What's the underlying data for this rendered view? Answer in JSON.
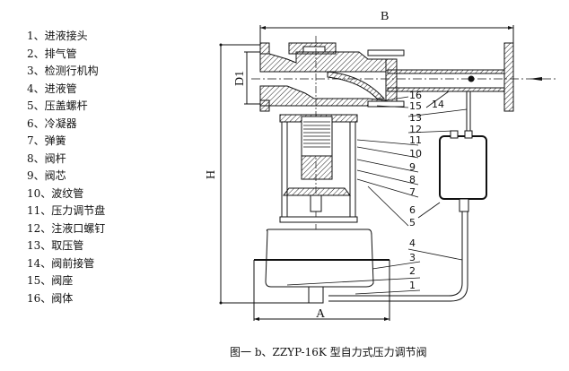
{
  "legend": {
    "items": [
      {
        "num": "1",
        "label": "1、进液接头"
      },
      {
        "num": "2",
        "label": "2、排气管"
      },
      {
        "num": "3",
        "label": "3、检测行机构"
      },
      {
        "num": "4",
        "label": "4、进液管"
      },
      {
        "num": "5",
        "label": "5、压盖螺杆"
      },
      {
        "num": "6",
        "label": "6、冷凝器"
      },
      {
        "num": "7",
        "label": "7、弹簧"
      },
      {
        "num": "8",
        "label": "8、阀杆"
      },
      {
        "num": "9",
        "label": "9、阀芯"
      },
      {
        "num": "10",
        "label": "10、波纹管"
      },
      {
        "num": "11",
        "label": "11、压力调节盘"
      },
      {
        "num": "12",
        "label": "12、注液口螺钉"
      },
      {
        "num": "13",
        "label": "13、取压管"
      },
      {
        "num": "14",
        "label": "14、阀前接管"
      },
      {
        "num": "15",
        "label": "15、阀座"
      },
      {
        "num": "16",
        "label": "16、阀体"
      }
    ]
  },
  "dimensions": {
    "B": "B",
    "D1": "D1",
    "H": "H",
    "A": "A"
  },
  "callouts": [
    "1",
    "2",
    "3",
    "4",
    "5",
    "6",
    "7",
    "8",
    "9",
    "10",
    "11",
    "12",
    "13",
    "14",
    "15",
    "16"
  ],
  "caption": "图一 b、ZZYP-16K 型自力式压力调节阀"
}
